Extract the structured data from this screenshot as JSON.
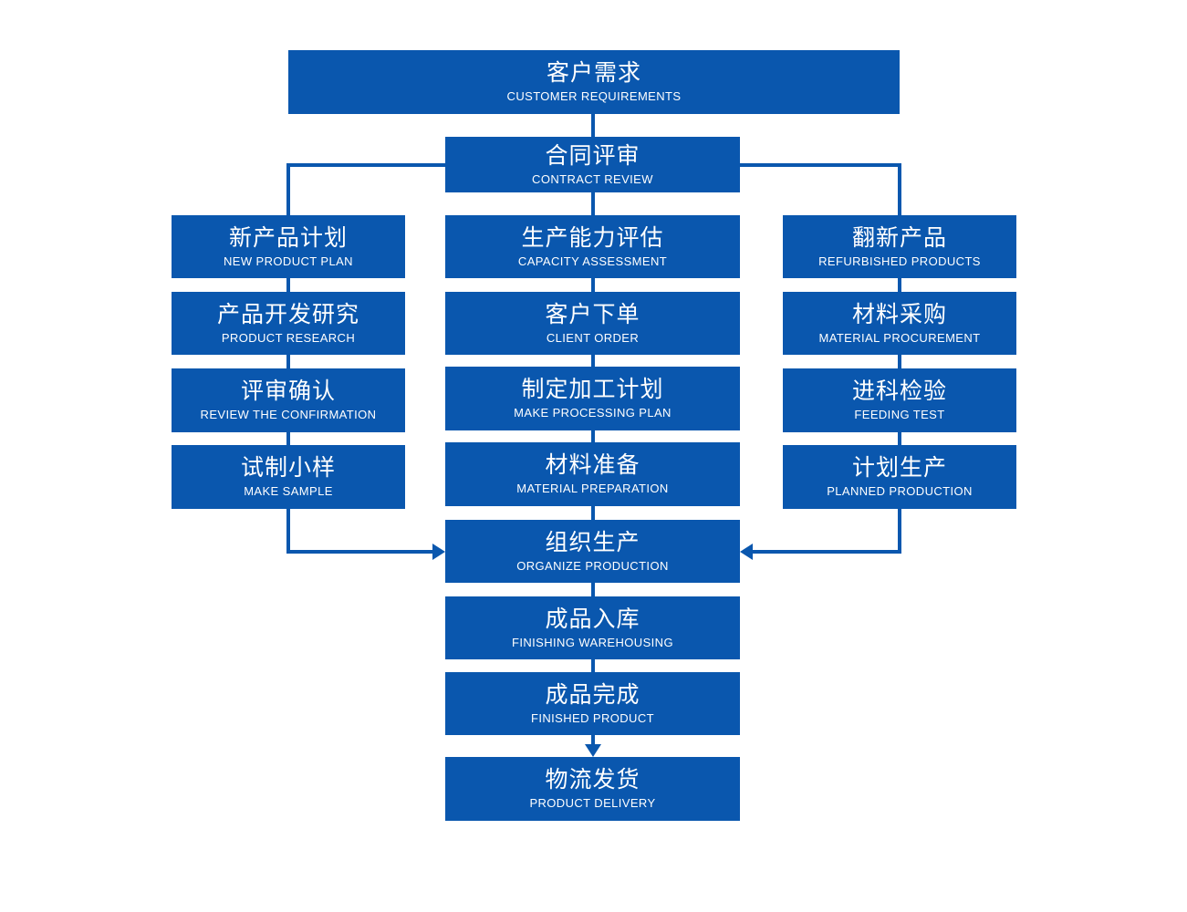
{
  "colors": {
    "node_fill": "#0a57ae",
    "node_text": "#ffffff",
    "connector": "#0a57ae",
    "background": "#ffffff"
  },
  "nodes": {
    "customer_requirements": {
      "zh": "客户需求",
      "en": "CUSTOMER REQUIREMENTS"
    },
    "contract_review": {
      "zh": "合同评审",
      "en": "CONTRACT REVIEW"
    },
    "new_product_plan": {
      "zh": "新产品计划",
      "en": "NEW PRODUCT PLAN"
    },
    "product_research": {
      "zh": "产品开发研究",
      "en": "PRODUCT RESEARCH"
    },
    "review_confirmation": {
      "zh": "评审确认",
      "en": "REVIEW THE CONFIRMATION"
    },
    "make_sample": {
      "zh": "试制小样",
      "en": "MAKE SAMPLE"
    },
    "capacity_assessment": {
      "zh": "生产能力评估",
      "en": "CAPACITY ASSESSMENT"
    },
    "client_order": {
      "zh": "客户下单",
      "en": "CLIENT ORDER"
    },
    "make_processing_plan": {
      "zh": "制定加工计划",
      "en": "MAKE PROCESSING PLAN"
    },
    "material_preparation": {
      "zh": "材料准备",
      "en": "MATERIAL PREPARATION"
    },
    "organize_production": {
      "zh": "组织生产",
      "en": "ORGANIZE PRODUCTION"
    },
    "finishing_warehousing": {
      "zh": "成品入库",
      "en": "FINISHING WAREHOUSING"
    },
    "finished_product": {
      "zh": "成品完成",
      "en": "FINISHED PRODUCT"
    },
    "product_delivery": {
      "zh": "物流发货",
      "en": "PRODUCT DELIVERY"
    },
    "refurbished_products": {
      "zh": "翻新产品",
      "en": "REFURBISHED PRODUCTS"
    },
    "material_procurement": {
      "zh": "材料采购",
      "en": "MATERIAL PROCUREMENT"
    },
    "feeding_test": {
      "zh": "进科检验",
      "en": "FEEDING TEST"
    },
    "planned_production": {
      "zh": "计划生产",
      "en": "PLANNED PRODUCTION"
    }
  },
  "edges": [
    {
      "from": "customer_requirements",
      "to": "contract_review",
      "arrow": false
    },
    {
      "from": "contract_review",
      "to": "new_product_plan",
      "arrow": false
    },
    {
      "from": "contract_review",
      "to": "capacity_assessment",
      "arrow": false
    },
    {
      "from": "contract_review",
      "to": "refurbished_products",
      "arrow": false
    },
    {
      "from": "new_product_plan",
      "to": "product_research",
      "arrow": false
    },
    {
      "from": "product_research",
      "to": "review_confirmation",
      "arrow": false
    },
    {
      "from": "review_confirmation",
      "to": "make_sample",
      "arrow": false
    },
    {
      "from": "make_sample",
      "to": "organize_production",
      "arrow": true
    },
    {
      "from": "capacity_assessment",
      "to": "client_order",
      "arrow": false
    },
    {
      "from": "client_order",
      "to": "make_processing_plan",
      "arrow": false
    },
    {
      "from": "make_processing_plan",
      "to": "material_preparation",
      "arrow": false
    },
    {
      "from": "material_preparation",
      "to": "organize_production",
      "arrow": false
    },
    {
      "from": "organize_production",
      "to": "finishing_warehousing",
      "arrow": false
    },
    {
      "from": "finishing_warehousing",
      "to": "finished_product",
      "arrow": false
    },
    {
      "from": "finished_product",
      "to": "product_delivery",
      "arrow": true
    },
    {
      "from": "refurbished_products",
      "to": "material_procurement",
      "arrow": false
    },
    {
      "from": "material_procurement",
      "to": "feeding_test",
      "arrow": false
    },
    {
      "from": "feeding_test",
      "to": "planned_production",
      "arrow": false
    },
    {
      "from": "planned_production",
      "to": "organize_production",
      "arrow": true
    }
  ]
}
